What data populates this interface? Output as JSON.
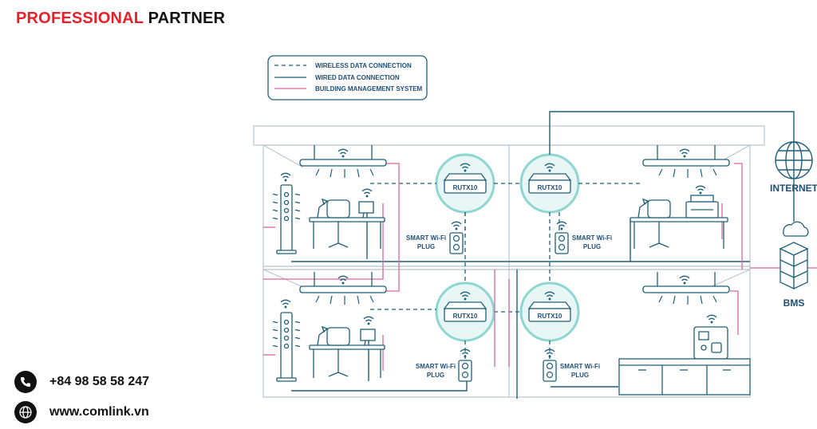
{
  "header": {
    "brand_red": "PROFESSIONAL",
    "brand_dark": "PARTNER"
  },
  "legend": {
    "wireless": "WIRELESS DATA CONNECTION",
    "wired": "WIRED DATA CONNECTION",
    "bms": "BUILDING MANAGEMENT SYSTEM"
  },
  "devices": {
    "router_label": "RUTX10",
    "plug_line1": "SMART Wi-Fi",
    "plug_line2": "PLUG",
    "internet": "INTERNET",
    "bms": "BMS"
  },
  "contact": {
    "phone": "+84 98 58 58 247",
    "website": "www.comlink.vn",
    "phone_icon": "phone-icon",
    "web_icon": "globe-icon"
  },
  "colors": {
    "line": "#1f5f7a",
    "teal": "#8fd6d0",
    "pink": "#d9679b",
    "brand_red": "#e8202a"
  }
}
